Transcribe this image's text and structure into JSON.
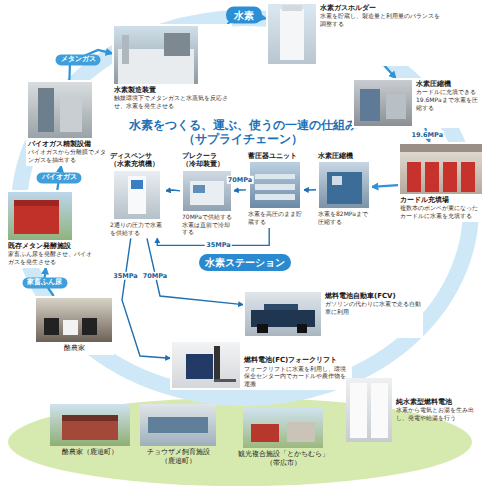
{
  "diagram": {
    "title": "水素をつくる、運ぶ、使うの一連の仕組み （サプライチェーン）",
    "nodes": [
      {
        "text": [
          "水素製造装置",
          "触媒環境下でメタンガスと水蒸気を反応させ、水素を発生させる"
        ]
      },
      {
        "text": [
          "水素ガスホルダー",
          "水素を貯蔵し、製造量と利用量のバランスを調整する"
        ]
      },
      {
        "text": [
          "水素圧縮機",
          "カードルに充填できる19.6MPaまで水素を圧縮する"
        ]
      },
      {
        "text": [
          "カードル充填場",
          "複数本のボンベが束になったカードルに水素を充填する"
        ]
      },
      {
        "text": [
          "バイオガス精製設備",
          "バイオガスから分離膜でメタンガスを抽出する"
        ]
      },
      {
        "text": [
          "ディスペンサ （水素充填機）",
          "2通りの圧力で水素を供給する"
        ]
      },
      {
        "text": [
          "プレクーラ （冷却装置）",
          "70MPaで供給する水素は直前で冷却する"
        ]
      },
      {
        "text": [
          "蓄圧器ユニット",
          "水素を高圧のまま貯蔵する"
        ]
      },
      {
        "text": [
          "水素圧縮機",
          "水素を82MPaまで圧縮する"
        ]
      },
      {
        "text": [
          "既存メタン発酵施設",
          "家畜ふん尿を発酵させ、バイオガスを発生させる"
        ]
      },
      {
        "text": [
          "水素ステーション"
        ]
      },
      {
        "text": [
          "酪農家"
        ]
      },
      {
        "text": [
          "燃料電池自動車(FCV)",
          "ガソリンの代わりに水素で走る自動車に利用"
        ]
      },
      {
        "text": [
          "燃料電池(FC)フォークリフト",
          "フォークリフトに水素を利用し、環境保全センター内でカードルや農作物を運搬"
        ]
      },
      {
        "text": [
          "酪農家（鹿追町）"
        ]
      },
      {
        "text": [
          "チョウザメ飼育施設 （鹿追町）"
        ]
      },
      {
        "text": [
          "観光複合施設「とかちむら」 （帯広市）"
        ]
      },
      {
        "text": [
          "純水素型燃料電池",
          "水素から電気とお湯を生み出し、発電や給湯を行う"
        ]
      }
    ],
    "edges": [
      {
        "from": 11,
        "to": 9,
        "arrow": "to",
        "label": "家畜ふん尿"
      },
      {
        "from": 9,
        "to": 4,
        "arrow": "to",
        "label": "バイオガス"
      },
      {
        "from": 4,
        "to": 0,
        "arrow": "to",
        "label": "メタンガス"
      },
      {
        "from": 0,
        "to": 1,
        "arrow": "to",
        "label": "水素"
      },
      {
        "from": 1,
        "to": 2,
        "arrow": "to"
      },
      {
        "from": 2,
        "to": 3,
        "arrow": "to",
        "label": "19.6MPa"
      },
      {
        "from": 3,
        "to": 8,
        "arrow": "to"
      },
      {
        "from": 8,
        "to": 7,
        "arrow": "to"
      },
      {
        "from": 7,
        "to": 6,
        "arrow": "to",
        "label": "70MPa"
      },
      {
        "from": 6,
        "to": 5,
        "arrow": "to"
      },
      {
        "from": 7,
        "to": 5,
        "arrow": "to",
        "label": "35MPa"
      },
      {
        "from": 5,
        "to": 13,
        "arrow": "to",
        "label": "35MPa"
      },
      {
        "from": 5,
        "to": 12,
        "arrow": "to",
        "label": "70MPa"
      }
    ]
  }
}
